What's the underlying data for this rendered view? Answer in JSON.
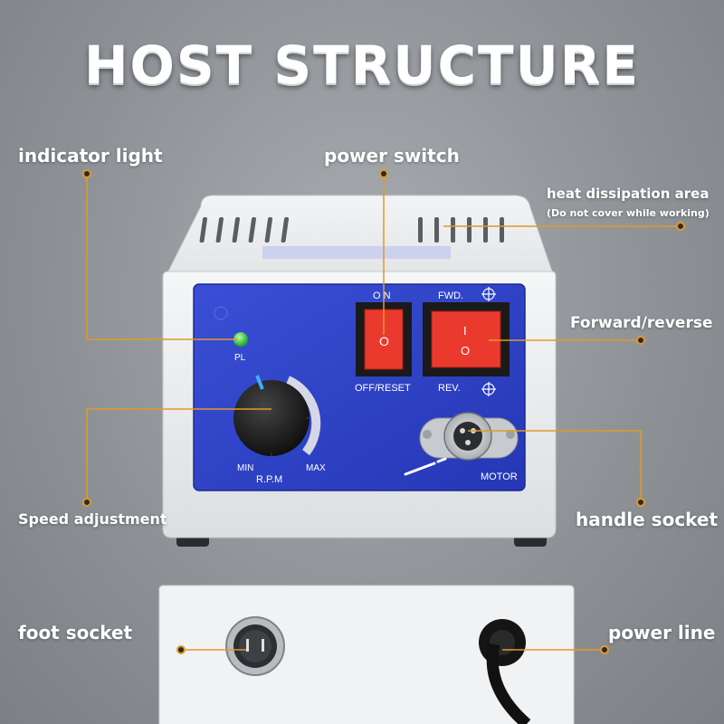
{
  "title": "HOST STRUCTURE",
  "labels": {
    "indicator_light": "indicator light",
    "power_switch": "power switch",
    "heat_area": "heat dissipation area",
    "heat_note": "(Do not cover while working)",
    "forward_reverse": "Forward/reverse",
    "speed_adjustment": "Speed adjustment",
    "handle_socket": "handle socket",
    "foot_socket": "foot socket",
    "power_line": "power line"
  },
  "panel": {
    "on": "O N",
    "off_reset": "OFF/RESET",
    "fwd": "FWD.",
    "rev": "REV.",
    "pl": "PL",
    "min": "MIN",
    "max": "MAX",
    "rpm": "R.P.M",
    "motor": "MOTOR",
    "switch_on_mark": "I",
    "switch_off_mark": "O"
  },
  "colors": {
    "callout": "#e09a2a",
    "panel_blue": "#2f43c9",
    "switch_red": "#ea3a2e",
    "indicator_green": "#32d13a"
  }
}
